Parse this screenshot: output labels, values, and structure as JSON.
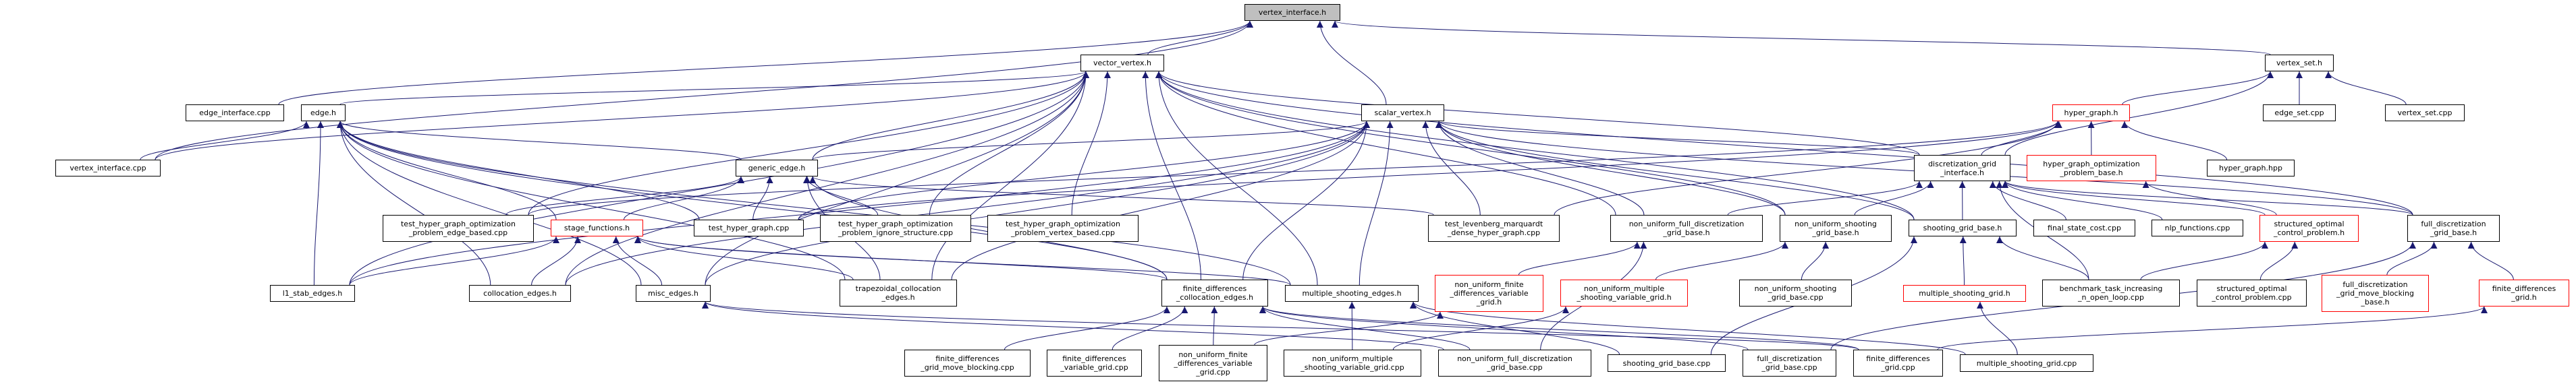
{
  "graph": {
    "edge_color": "#191970",
    "truncated_border_color": "#ff0000",
    "focus_fill_color": "#bfbfbf",
    "nodes": [
      {
        "id": "vi_h",
        "label": "vertex_interface.h",
        "style": "gray"
      },
      {
        "id": "vv_h",
        "label": "vector_vertex.h",
        "style": "normal"
      },
      {
        "id": "vs_h",
        "label": "vertex_set.h",
        "style": "normal"
      },
      {
        "id": "ei_cpp",
        "label": "edge_interface.cpp",
        "style": "normal"
      },
      {
        "id": "e_h",
        "label": "edge.h",
        "style": "normal"
      },
      {
        "id": "sv_h",
        "label": "scalar_vertex.h",
        "style": "normal"
      },
      {
        "id": "hg_h",
        "label": "hyper_graph.h",
        "style": "red"
      },
      {
        "id": "es_cpp",
        "label": "edge_set.cpp",
        "style": "normal"
      },
      {
        "id": "vs_cpp",
        "label": "vertex_set.cpp",
        "style": "normal"
      },
      {
        "id": "vi_cpp",
        "label": "vertex_interface.cpp",
        "style": "normal"
      },
      {
        "id": "ge_h",
        "label": "generic_edge.h",
        "style": "normal"
      },
      {
        "id": "dgi_h",
        "label": "discretization_grid\n_interface.h",
        "style": "normal"
      },
      {
        "id": "hgopb_h",
        "label": "hyper_graph_optimization\n_problem_base.h",
        "style": "red"
      },
      {
        "id": "hg_hpp",
        "label": "hyper_graph.hpp",
        "style": "normal"
      },
      {
        "id": "t_eb",
        "label": "test_hyper_graph_optimization\n_problem_edge_based.cpp",
        "style": "normal"
      },
      {
        "id": "sf_h",
        "label": "stage_functions.h",
        "style": "red"
      },
      {
        "id": "thg_cpp",
        "label": "test_hyper_graph.cpp",
        "style": "normal"
      },
      {
        "id": "t_is",
        "label": "test_hyper_graph_optimization\n_problem_ignore_structure.cpp",
        "style": "normal"
      },
      {
        "id": "t_vb",
        "label": "test_hyper_graph_optimization\n_problem_vertex_based.cpp",
        "style": "normal"
      },
      {
        "id": "tlm",
        "label": "test_levenberg_marquardt\n_dense_hyper_graph.cpp",
        "style": "normal"
      },
      {
        "id": "nufdgb_h",
        "label": "non_uniform_full_discretization\n_grid_base.h",
        "style": "normal"
      },
      {
        "id": "nusgb_h",
        "label": "non_uniform_shooting\n_grid_base.h",
        "style": "normal"
      },
      {
        "id": "sgb_h",
        "label": "shooting_grid_base.h",
        "style": "normal"
      },
      {
        "id": "fsc_cpp",
        "label": "final_state_cost.cpp",
        "style": "normal"
      },
      {
        "id": "nlp_cpp",
        "label": "nlp_functions.cpp",
        "style": "normal"
      },
      {
        "id": "socp_h",
        "label": "structured_optimal\n_control_problem.h",
        "style": "red"
      },
      {
        "id": "fdgb_h",
        "label": "full_discretization\n_grid_base.h",
        "style": "normal"
      },
      {
        "id": "l1_h",
        "label": "l1_stab_edges.h",
        "style": "normal"
      },
      {
        "id": "col_h",
        "label": "collocation_edges.h",
        "style": "normal"
      },
      {
        "id": "misc_h",
        "label": "misc_edges.h",
        "style": "normal"
      },
      {
        "id": "trap_h",
        "label": "trapezoidal_collocation\n_edges.h",
        "style": "normal"
      },
      {
        "id": "fdce_h",
        "label": "finite_differences\n_collocation_edges.h",
        "style": "normal"
      },
      {
        "id": "mse_h",
        "label": "multiple_shooting_edges.h",
        "style": "normal"
      },
      {
        "id": "nufdvg_h",
        "label": "non_uniform_finite\n_differences_variable\n_grid.h",
        "style": "red"
      },
      {
        "id": "numsvg_h",
        "label": "non_uniform_multiple\n_shooting_variable_grid.h",
        "style": "red"
      },
      {
        "id": "nusgb_cpp",
        "label": "non_uniform_shooting\n_grid_base.cpp",
        "style": "normal"
      },
      {
        "id": "msg_h",
        "label": "multiple_shooting_grid.h",
        "style": "red"
      },
      {
        "id": "bench_cpp",
        "label": "benchmark_task_increasing\n_n_open_loop.cpp",
        "style": "normal"
      },
      {
        "id": "socp_cpp",
        "label": "structured_optimal\n_control_problem.cpp",
        "style": "normal"
      },
      {
        "id": "fdgmbb_h",
        "label": "full_discretization\n_grid_move_blocking\n_base.h",
        "style": "red"
      },
      {
        "id": "fdg_h",
        "label": "finite_differences\n_grid.h",
        "style": "red"
      },
      {
        "id": "fdgmb_cpp",
        "label": "finite_differences\n_grid_move_blocking.cpp",
        "style": "normal"
      },
      {
        "id": "fdvg_cpp",
        "label": "finite_differences\n_variable_grid.cpp",
        "style": "normal"
      },
      {
        "id": "nufdvg_cpp",
        "label": "non_uniform_finite\n_differences_variable\n_grid.cpp",
        "style": "normal"
      },
      {
        "id": "numsvg_cpp",
        "label": "non_uniform_multiple\n_shooting_variable_grid.cpp",
        "style": "normal"
      },
      {
        "id": "nufdgb_cpp",
        "label": "non_uniform_full_discretization\n_grid_base.cpp",
        "style": "normal"
      },
      {
        "id": "sgb_cpp",
        "label": "shooting_grid_base.cpp",
        "style": "normal"
      },
      {
        "id": "fdgb_cpp",
        "label": "full_discretization\n_grid_base.cpp",
        "style": "normal"
      },
      {
        "id": "fdg_cpp",
        "label": "finite_differences\n_grid.cpp",
        "style": "normal"
      },
      {
        "id": "msg_cpp",
        "label": "multiple_shooting_grid.cpp",
        "style": "normal"
      }
    ],
    "edges": [
      [
        "vv_h",
        "vi_h"
      ],
      [
        "sv_h",
        "vi_h"
      ],
      [
        "vs_h",
        "vi_h"
      ],
      [
        "vi_cpp",
        "vi_h"
      ],
      [
        "ei_cpp",
        "vi_h"
      ],
      [
        "e_h",
        "vv_h"
      ],
      [
        "ge_h",
        "vv_h"
      ],
      [
        "l1_h",
        "vv_h"
      ],
      [
        "col_h",
        "vv_h"
      ],
      [
        "misc_h",
        "vv_h"
      ],
      [
        "t_eb",
        "vv_h"
      ],
      [
        "t_is",
        "vv_h"
      ],
      [
        "t_vb",
        "vv_h"
      ],
      [
        "trap_h",
        "vv_h"
      ],
      [
        "fdce_h",
        "vv_h"
      ],
      [
        "mse_h",
        "vv_h"
      ],
      [
        "nufdgb_h",
        "vv_h"
      ],
      [
        "nusgb_h",
        "vv_h"
      ],
      [
        "sgb_h",
        "vv_h"
      ],
      [
        "dgi_h",
        "vv_h"
      ],
      [
        "fdgb_h",
        "vv_h"
      ],
      [
        "vi_cpp",
        "vv_h"
      ],
      [
        "ge_h",
        "sv_h"
      ],
      [
        "thg_cpp",
        "sv_h"
      ],
      [
        "l1_h",
        "sv_h"
      ],
      [
        "col_h",
        "sv_h"
      ],
      [
        "misc_h",
        "sv_h"
      ],
      [
        "trap_h",
        "sv_h"
      ],
      [
        "fdce_h",
        "sv_h"
      ],
      [
        "mse_h",
        "sv_h"
      ],
      [
        "nufdgb_h",
        "sv_h"
      ],
      [
        "nusgb_h",
        "sv_h"
      ],
      [
        "sgb_h",
        "sv_h"
      ],
      [
        "dgi_h",
        "sv_h"
      ],
      [
        "fdgb_h",
        "sv_h"
      ],
      [
        "tlm",
        "sv_h"
      ],
      [
        "vi_cpp",
        "e_h"
      ],
      [
        "ge_h",
        "e_h"
      ],
      [
        "l1_h",
        "e_h"
      ],
      [
        "col_h",
        "e_h"
      ],
      [
        "misc_h",
        "e_h"
      ],
      [
        "trap_h",
        "e_h"
      ],
      [
        "fdce_h",
        "e_h"
      ],
      [
        "mse_h",
        "e_h"
      ],
      [
        "sf_h",
        "e_h"
      ],
      [
        "thg_cpp",
        "e_h"
      ],
      [
        "sf_h",
        "ge_h"
      ],
      [
        "t_eb",
        "ge_h"
      ],
      [
        "thg_cpp",
        "ge_h"
      ],
      [
        "t_is",
        "ge_h"
      ],
      [
        "fdce_h",
        "ge_h"
      ],
      [
        "trap_h",
        "ge_h"
      ],
      [
        "tlm",
        "ge_h"
      ],
      [
        "l1_h",
        "sf_h"
      ],
      [
        "col_h",
        "sf_h"
      ],
      [
        "misc_h",
        "sf_h"
      ],
      [
        "trap_h",
        "sf_h"
      ],
      [
        "fdce_h",
        "sf_h"
      ],
      [
        "mse_h",
        "sf_h"
      ],
      [
        "hg_h",
        "vs_h"
      ],
      [
        "es_cpp",
        "vs_h"
      ],
      [
        "vs_cpp",
        "vs_h"
      ],
      [
        "dgi_h",
        "vs_h"
      ],
      [
        "hgopb_h",
        "hg_h"
      ],
      [
        "hg_hpp",
        "hg_h"
      ],
      [
        "t_eb",
        "hg_h"
      ],
      [
        "thg_cpp",
        "hg_h"
      ],
      [
        "tlm",
        "hg_h"
      ],
      [
        "dgi_h",
        "hg_h"
      ],
      [
        "sgb_h",
        "dgi_h"
      ],
      [
        "nufdgb_h",
        "dgi_h"
      ],
      [
        "nusgb_h",
        "dgi_h"
      ],
      [
        "fsc_cpp",
        "dgi_h"
      ],
      [
        "nlp_cpp",
        "dgi_h"
      ],
      [
        "socp_h",
        "dgi_h"
      ],
      [
        "fdgb_h",
        "dgi_h"
      ],
      [
        "bench_cpp",
        "dgi_h"
      ],
      [
        "socp_h",
        "hgopb_h"
      ],
      [
        "bench_cpp",
        "socp_h"
      ],
      [
        "socp_cpp",
        "socp_h"
      ],
      [
        "fdgmbb_h",
        "fdgb_h"
      ],
      [
        "fdg_h",
        "fdgb_h"
      ],
      [
        "fdgb_cpp",
        "fdgb_h"
      ],
      [
        "fdg_cpp",
        "fdg_h"
      ],
      [
        "nufdvg_h",
        "nufdgb_h"
      ],
      [
        "nufdgb_cpp",
        "nufdgb_h"
      ],
      [
        "numsvg_h",
        "nusgb_h"
      ],
      [
        "nusgb_cpp",
        "nusgb_h"
      ],
      [
        "msg_h",
        "sgb_h"
      ],
      [
        "sgb_cpp",
        "sgb_h"
      ],
      [
        "bench_cpp",
        "sgb_h"
      ],
      [
        "msg_cpp",
        "msg_h"
      ],
      [
        "fdgmb_cpp",
        "fdce_h"
      ],
      [
        "fdvg_cpp",
        "fdce_h"
      ],
      [
        "nufdvg_cpp",
        "fdce_h"
      ],
      [
        "nufdgb_cpp",
        "fdce_h"
      ],
      [
        "fdgb_cpp",
        "fdce_h"
      ],
      [
        "fdg_cpp",
        "fdce_h"
      ],
      [
        "numsvg_cpp",
        "mse_h"
      ],
      [
        "msg_cpp",
        "mse_h"
      ],
      [
        "sgb_cpp",
        "mse_h"
      ],
      [
        "nufdgb_cpp",
        "misc_h"
      ],
      [
        "fdg_cpp",
        "misc_h"
      ],
      [
        "nufdvg_cpp",
        "nufdvg_h"
      ],
      [
        "numsvg_cpp",
        "numsvg_h"
      ]
    ]
  }
}
